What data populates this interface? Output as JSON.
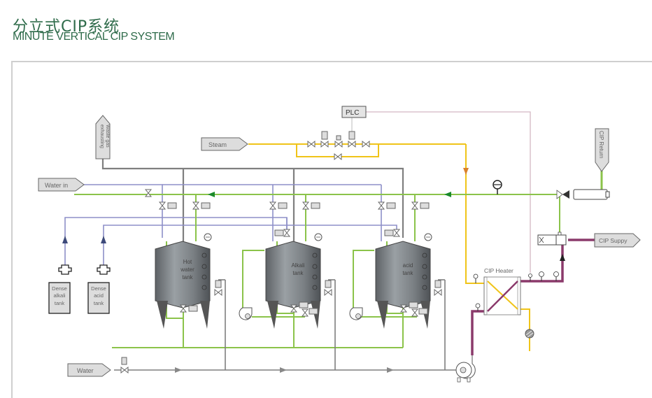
{
  "header": {
    "title_cn": "分立式CIP系统",
    "title_en": "MINUTE VERTICAL CIP SYSTEM"
  },
  "diagram": {
    "plc_label": "PLC",
    "inputs": {
      "steam": "Steam",
      "water_in": "Water in",
      "water": "Water",
      "waste_gas": "Waste gas exhausting",
      "waste_gas_line1": "Waste gas",
      "waste_gas_line2": "exhausting",
      "cip_return": "CIP Return",
      "cip_supply": "CIP Suppy"
    },
    "tanks": [
      {
        "name": "Hot water tank",
        "lines": [
          "Hot",
          "water",
          "tank"
        ]
      },
      {
        "name": "Alkali tank",
        "lines": [
          "Alkali",
          "tank"
        ]
      },
      {
        "name": "acid tank",
        "lines": [
          "acid",
          "tank"
        ]
      }
    ],
    "dense_tanks": [
      {
        "name": "Dense alkali tank",
        "lines": [
          "Dense",
          "alkali",
          "tank"
        ]
      },
      {
        "name": "Dense acid tank",
        "lines": [
          "Dense",
          "acid",
          "tank"
        ]
      }
    ],
    "heater_label": "CIP Heater",
    "colors": {
      "steam_line": "#f0c419",
      "water_return_line": "#8bc34a",
      "cip_supply_line": "#8b3a6b",
      "chemical_line": "#8e8fc8",
      "waste_line": "#7f7f7f",
      "plc_signal": "#d4b8c4",
      "flow_arrow_green": "#1a8a2a",
      "flow_arrow_orange": "#d9822b",
      "title_green": "#2e6b4a"
    }
  }
}
